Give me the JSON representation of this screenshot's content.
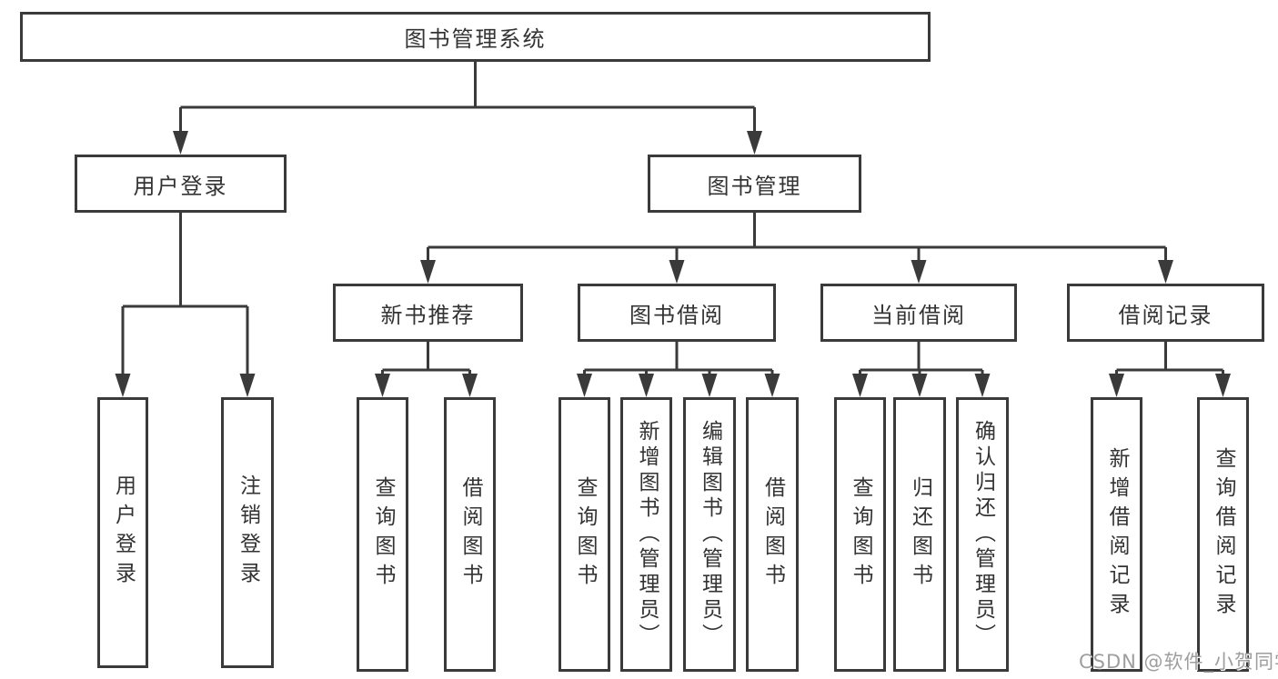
{
  "colors": {
    "background": "#ffffff",
    "line": "#3a3a3a",
    "box_border": "#3a3a3a",
    "box_fill": "#ffffff",
    "text": "#333333",
    "watermark": "#9e9e9e"
  },
  "diagram": {
    "root": {
      "label": "图书管理系统"
    },
    "branches": [
      {
        "label": "用户登录",
        "children": [
          {
            "label": "用户登录"
          },
          {
            "label": "注销登录"
          }
        ]
      },
      {
        "label": "图书管理",
        "children": [
          {
            "label": "新书推荐",
            "children": [
              {
                "label": "查询图书"
              },
              {
                "label": "借阅图书"
              }
            ]
          },
          {
            "label": "图书借阅",
            "children": [
              {
                "label": "查询图书"
              },
              {
                "label": "新增图书（管理员）"
              },
              {
                "label": "编辑图书（管理员）"
              },
              {
                "label": "借阅图书"
              }
            ]
          },
          {
            "label": "当前借阅",
            "children": [
              {
                "label": "查询图书"
              },
              {
                "label": "归还图书"
              },
              {
                "label": "确认归还（管理员）"
              }
            ]
          },
          {
            "label": "借阅记录",
            "children": [
              {
                "label": "新增借阅记录"
              },
              {
                "label": "查询借阅记录"
              }
            ]
          }
        ]
      }
    ]
  },
  "watermark": {
    "text": "CSDN @软件_小贺同学"
  }
}
